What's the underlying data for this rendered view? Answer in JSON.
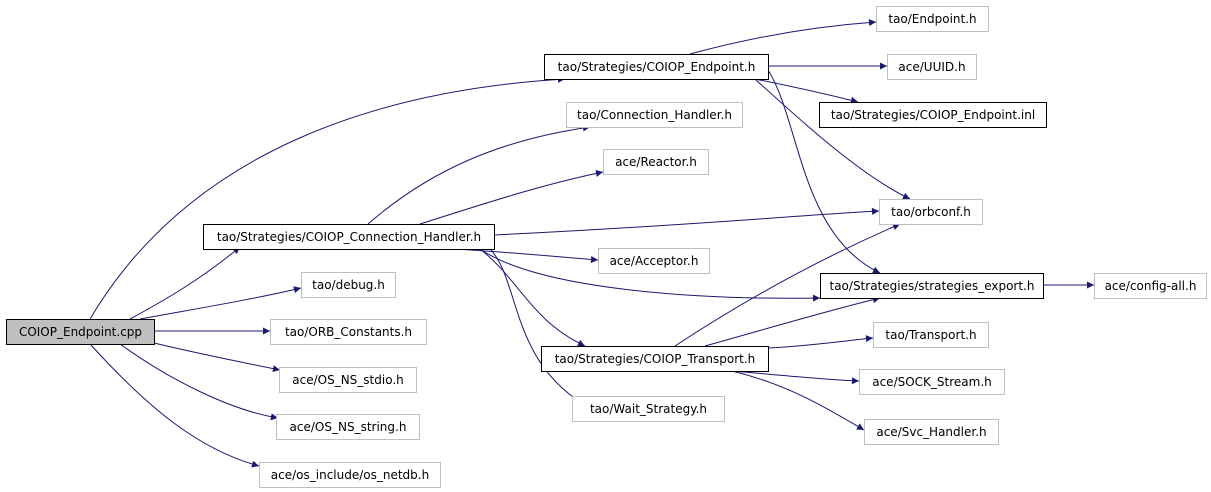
{
  "graph": {
    "colors": {
      "edge": "#191970",
      "root_fill": "#bfbfbf",
      "root_border": "#000000",
      "documented_border": "#000000",
      "external_border": "#bfbfbf",
      "node_fill": "#ffffff"
    },
    "nodes": [
      {
        "id": "root",
        "label": "COIOP_Endpoint.cpp",
        "kind": "root"
      },
      {
        "id": "endpoint_h",
        "label": "tao/Strategies/COIOP_Endpoint.h",
        "kind": "documented"
      },
      {
        "id": "conn_handler_h",
        "label": "tao/Strategies/COIOP_Connection_Handler.h",
        "kind": "documented"
      },
      {
        "id": "transport_h",
        "label": "tao/Strategies/COIOP_Transport.h",
        "kind": "documented"
      },
      {
        "id": "endpoint_inl",
        "label": "tao/Strategies/COIOP_Endpoint.inl",
        "kind": "documented"
      },
      {
        "id": "strategies_export",
        "label": "tao/Strategies/strategies_export.h",
        "kind": "documented"
      },
      {
        "id": "tao_endpoint",
        "label": "tao/Endpoint.h",
        "kind": "external"
      },
      {
        "id": "uuid",
        "label": "ace/UUID.h",
        "kind": "external"
      },
      {
        "id": "tao_conn_handler",
        "label": "tao/Connection_Handler.h",
        "kind": "external"
      },
      {
        "id": "reactor",
        "label": "ace/Reactor.h",
        "kind": "external"
      },
      {
        "id": "orbconf",
        "label": "tao/orbconf.h",
        "kind": "external"
      },
      {
        "id": "acceptor",
        "label": "ace/Acceptor.h",
        "kind": "external"
      },
      {
        "id": "config_all",
        "label": "ace/config-all.h",
        "kind": "external"
      },
      {
        "id": "debug",
        "label": "tao/debug.h",
        "kind": "external"
      },
      {
        "id": "orb_constants",
        "label": "tao/ORB_Constants.h",
        "kind": "external"
      },
      {
        "id": "os_ns_stdio",
        "label": "ace/OS_NS_stdio.h",
        "kind": "external"
      },
      {
        "id": "tao_transport",
        "label": "tao/Transport.h",
        "kind": "external"
      },
      {
        "id": "sock_stream",
        "label": "ace/SOCK_Stream.h",
        "kind": "external"
      },
      {
        "id": "os_ns_string",
        "label": "ace/OS_NS_string.h",
        "kind": "external"
      },
      {
        "id": "wait_strategy",
        "label": "tao/Wait_Strategy.h",
        "kind": "external"
      },
      {
        "id": "svc_handler",
        "label": "ace/Svc_Handler.h",
        "kind": "external"
      },
      {
        "id": "os_netdb",
        "label": "ace/os_include/os_netdb.h",
        "kind": "external"
      }
    ],
    "edges": [
      {
        "from": "root",
        "to": "endpoint_h"
      },
      {
        "from": "root",
        "to": "conn_handler_h"
      },
      {
        "from": "root",
        "to": "debug"
      },
      {
        "from": "root",
        "to": "orb_constants"
      },
      {
        "from": "root",
        "to": "os_ns_stdio"
      },
      {
        "from": "root",
        "to": "os_ns_string"
      },
      {
        "from": "root",
        "to": "os_netdb"
      },
      {
        "from": "endpoint_h",
        "to": "tao_endpoint"
      },
      {
        "from": "endpoint_h",
        "to": "uuid"
      },
      {
        "from": "endpoint_h",
        "to": "endpoint_inl"
      },
      {
        "from": "endpoint_h",
        "to": "orbconf"
      },
      {
        "from": "endpoint_h",
        "to": "strategies_export"
      },
      {
        "from": "conn_handler_h",
        "to": "tao_conn_handler"
      },
      {
        "from": "conn_handler_h",
        "to": "reactor"
      },
      {
        "from": "conn_handler_h",
        "to": "orbconf"
      },
      {
        "from": "conn_handler_h",
        "to": "acceptor"
      },
      {
        "from": "conn_handler_h",
        "to": "strategies_export"
      },
      {
        "from": "conn_handler_h",
        "to": "transport_h"
      },
      {
        "from": "conn_handler_h",
        "to": "wait_strategy"
      },
      {
        "from": "transport_h",
        "to": "orbconf"
      },
      {
        "from": "transport_h",
        "to": "strategies_export"
      },
      {
        "from": "transport_h",
        "to": "tao_transport"
      },
      {
        "from": "transport_h",
        "to": "sock_stream"
      },
      {
        "from": "transport_h",
        "to": "svc_handler"
      },
      {
        "from": "strategies_export",
        "to": "config_all"
      }
    ]
  }
}
